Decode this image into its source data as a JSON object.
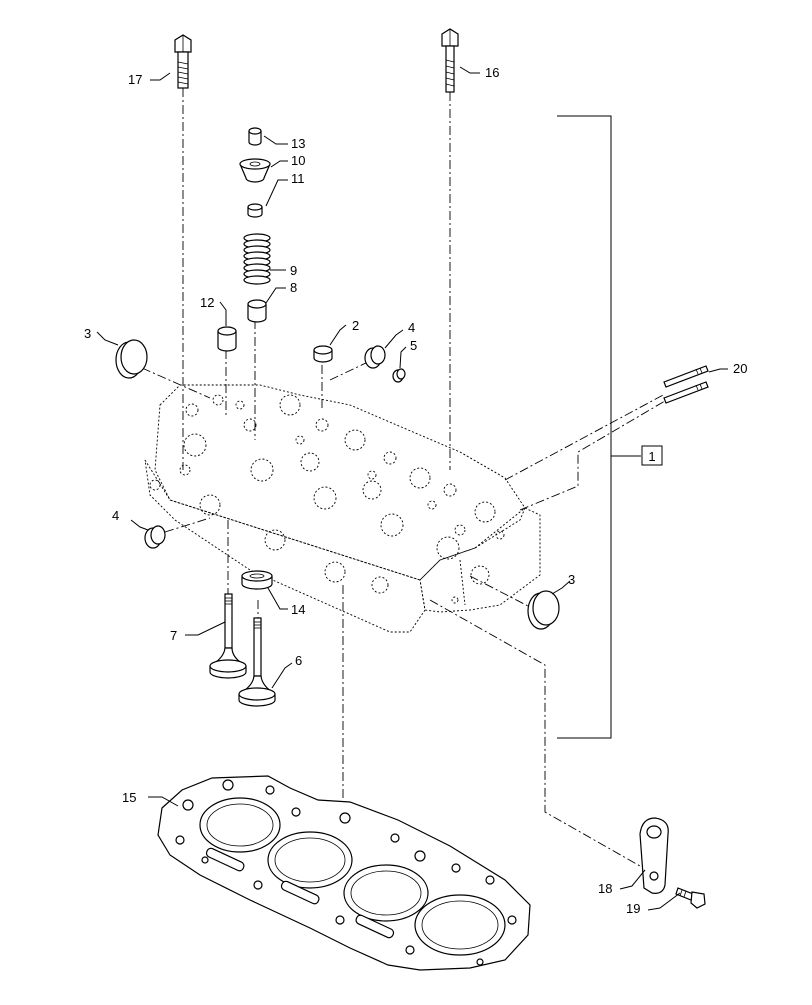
{
  "callouts": {
    "c1": "1",
    "c2": "2",
    "c3a": "3",
    "c3b": "3",
    "c4a": "4",
    "c4b": "4",
    "c5": "5",
    "c6": "6",
    "c7": "7",
    "c8": "8",
    "c9": "9",
    "c10": "10",
    "c11": "11",
    "c12": "12",
    "c13": "13",
    "c14": "14",
    "c15": "15",
    "c16": "16",
    "c17": "17",
    "c18": "18",
    "c19": "19",
    "c20": "20"
  }
}
